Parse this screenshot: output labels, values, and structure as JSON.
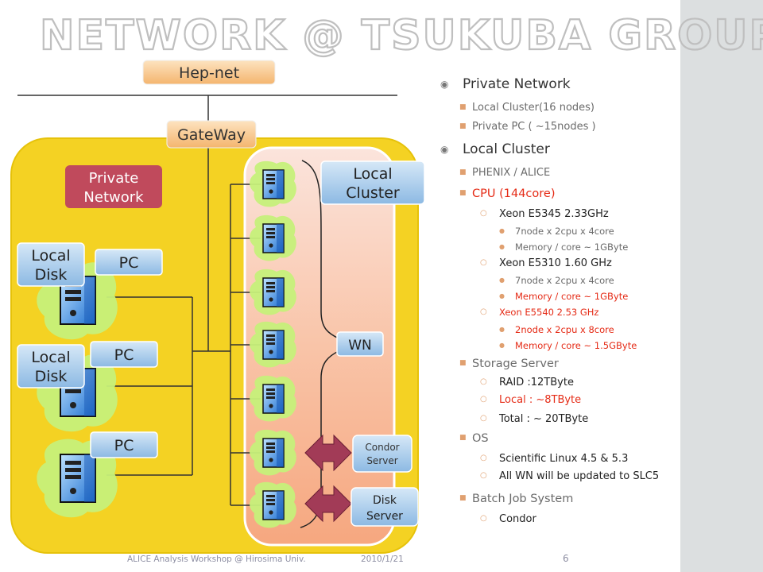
{
  "slide": {
    "title": "NETWORK @ TSUKUBA GROUP",
    "footer_event": "ALICE Analysis Workshop @ Hirosima Univ.",
    "footer_date": "2010/1/21",
    "page_number": "6"
  },
  "diagram": {
    "hepnet_label": "Hep-net",
    "gateway_label": "GateWay",
    "private_network_label": [
      "Private",
      "Network"
    ],
    "local_cluster_label": [
      "Local",
      "Cluster"
    ],
    "local_disk_label": [
      "Local",
      "Disk"
    ],
    "pc_label": "PC",
    "wn_label": "WN",
    "condor_server_label": [
      "Condor",
      "Server"
    ],
    "disk_server_label": [
      "Disk",
      "Server"
    ]
  },
  "bullets": [
    {
      "level": 1,
      "text": "Private Network"
    },
    {
      "level": 2,
      "text": "Local Cluster(16 nodes)"
    },
    {
      "level": 2,
      "text": "Private PC ( ~15nodes )"
    },
    {
      "level": 1,
      "text": "Local Cluster"
    },
    {
      "level": 2,
      "text": "PHENIX / ALICE"
    },
    {
      "level": 2,
      "text": "CPU (144core)",
      "color": "red"
    },
    {
      "level": 3,
      "text": "Xeon E5345 2.33GHz"
    },
    {
      "level": 4,
      "text": "7node x 2cpu x 4core"
    },
    {
      "level": 4,
      "text": "Memory / core ~ 1GByte"
    },
    {
      "level": 3,
      "text": "Xeon E5310 1.60 GHz"
    },
    {
      "level": 4,
      "text": "7node x 2cpu x 4core"
    },
    {
      "level": 4,
      "text": "Memory / core ~ 1GByte",
      "color": "red"
    },
    {
      "level": 3,
      "text": "Xeon  E5540 2.53 GHz",
      "color": "red"
    },
    {
      "level": 4,
      "text": " 2node x 2cpu  x 8core",
      "color": "red"
    },
    {
      "level": 4,
      "text": "Memory / core ~ 1.5GByte",
      "color": "red"
    },
    {
      "level": 2,
      "text": "Storage Server"
    },
    {
      "level": 3,
      "text": "RAID :12TByte"
    },
    {
      "level": 3,
      "text": "Local : ~8TByte",
      "color": "red"
    },
    {
      "level": 3,
      "text": "Total : ~ 20TByte"
    },
    {
      "level": 2,
      "text": "OS"
    },
    {
      "level": 3,
      "text": "Scientific Linux 4.5 & 5.3"
    },
    {
      "level": 3,
      "text": "All WN will be updated to SLC5"
    },
    {
      "level": 2,
      "text": "Batch Job System"
    },
    {
      "level": 3,
      "text": "Condor"
    }
  ],
  "colors": {
    "private_network_area": "#f4d223",
    "cluster_area": "#f8b99a",
    "label_blue": "#9dc3e6",
    "label_orange": "#f6c890",
    "private_network_box": "#c04a5c",
    "arrow": "#a23b57",
    "highlight_red": "#e52b16",
    "sidebar": "#dcdfe0"
  }
}
